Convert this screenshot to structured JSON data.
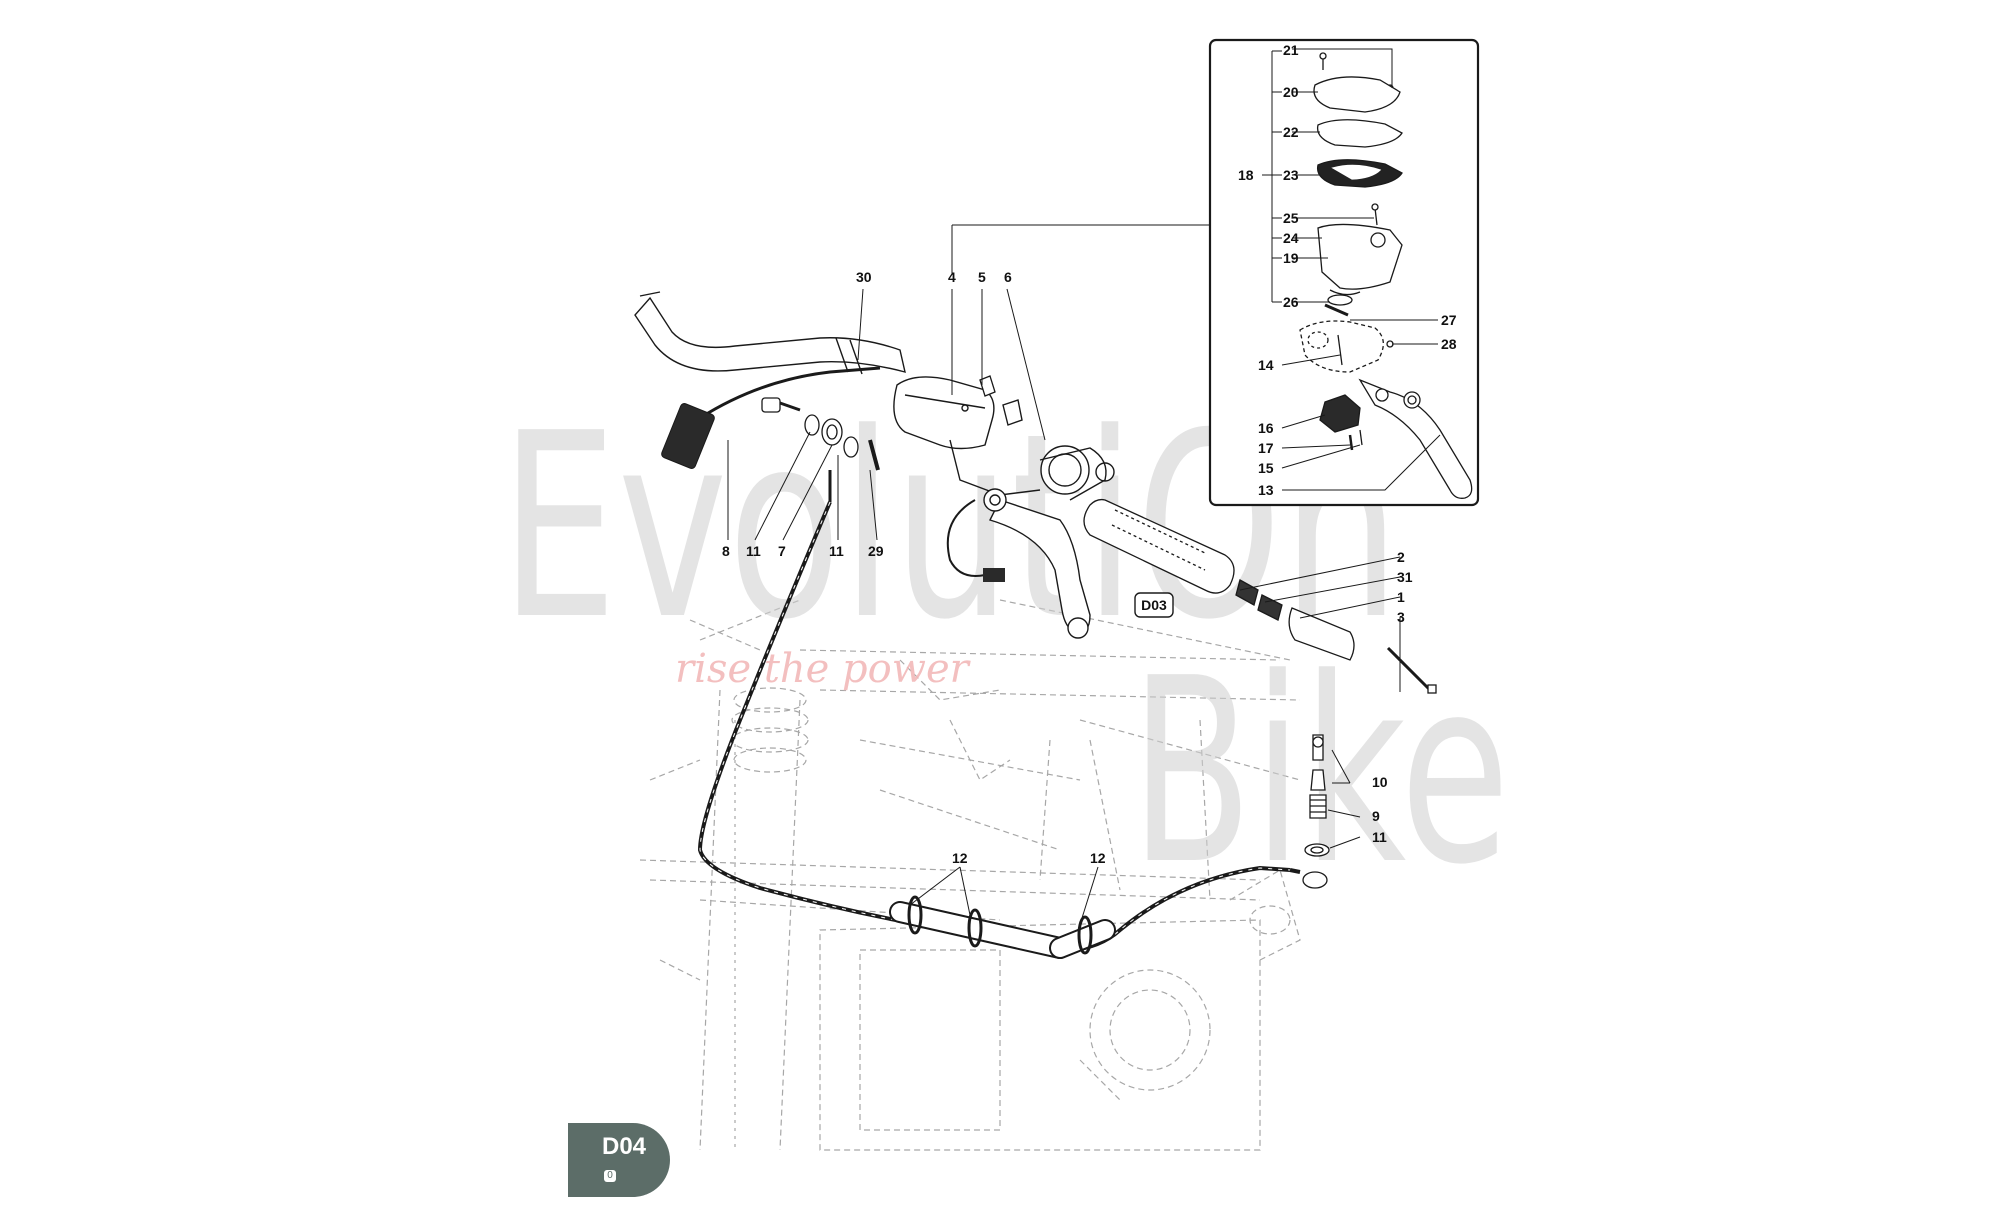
{
  "watermark": {
    "brand_line_1": "EvolutiOn",
    "brand_line_2": "Bike",
    "tagline": "rise the power"
  },
  "page": {
    "code": "D04",
    "revision": "0"
  },
  "reference_tag": "D03",
  "callouts": {
    "c30": "30",
    "c4": "4",
    "c5": "5",
    "c6": "6",
    "c8": "8",
    "c11a": "11",
    "c7": "7",
    "c11b": "11",
    "c29": "29",
    "c2": "2",
    "c31": "31",
    "c1": "1",
    "c3": "3",
    "c10": "10",
    "c9": "9",
    "c11c": "11",
    "c12a": "12",
    "c12b": "12"
  },
  "inset_callouts": {
    "i21": "21",
    "i20": "20",
    "i22": "22",
    "i18": "18",
    "i23": "23",
    "i25": "25",
    "i24": "24",
    "i19": "19",
    "i26": "26",
    "i27": "27",
    "i28": "28",
    "i14": "14",
    "i16": "16",
    "i17": "17",
    "i15": "15",
    "i13": "13"
  },
  "colors": {
    "line": "#1a1a1a",
    "frame": "#8a8a8a",
    "badge": "#5c6d68",
    "watermark": "#cfcfcf",
    "tagline": "#f2b9b9"
  }
}
